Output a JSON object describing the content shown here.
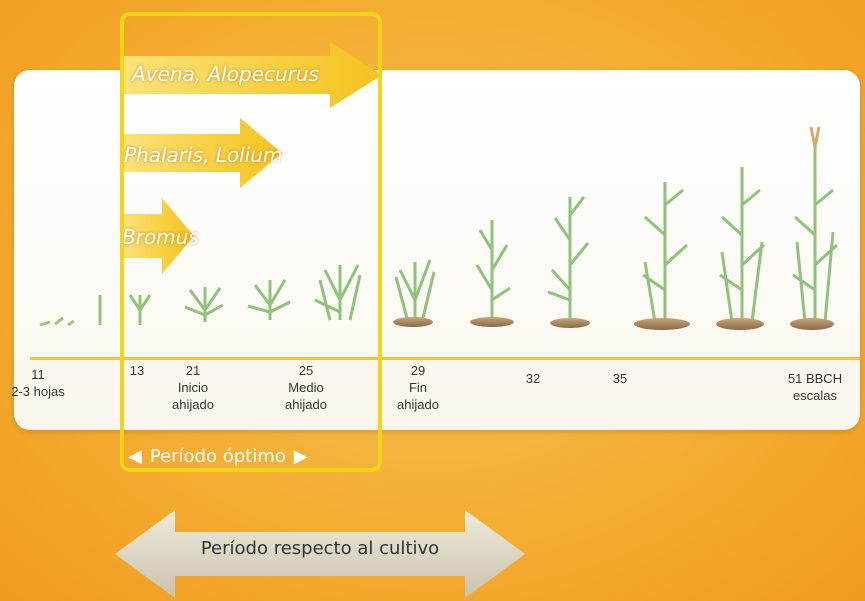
{
  "weeds": [
    {
      "label": "Avena, Alopecurus"
    },
    {
      "label": "Phalaris, Lolium"
    },
    {
      "label": "Bromus"
    }
  ],
  "stages": [
    {
      "code": "11",
      "desc": "2-3 hojas"
    },
    {
      "code": "13",
      "desc": ""
    },
    {
      "code": "21",
      "desc": "Inicio ahijado"
    },
    {
      "code": "25",
      "desc": "Medio ahijado"
    },
    {
      "code": "29",
      "desc": "Fin ahijado"
    },
    {
      "code": "32",
      "desc": ""
    },
    {
      "code": "35",
      "desc": ""
    },
    {
      "code": "51 BBCH",
      "desc": "escalas"
    }
  ],
  "optimal_period": {
    "label": "Período óptimo",
    "left_arrow": "◀",
    "right_arrow": "▶"
  },
  "crop_period": {
    "label": "Período respecto al cultivo"
  },
  "colors": {
    "background": "#f4ae33",
    "optimal_box": "#f3d21a",
    "weed_arrow": "#f6c21c",
    "crop_arrow": "#d9d4c3",
    "plant": "#8fc27a"
  }
}
